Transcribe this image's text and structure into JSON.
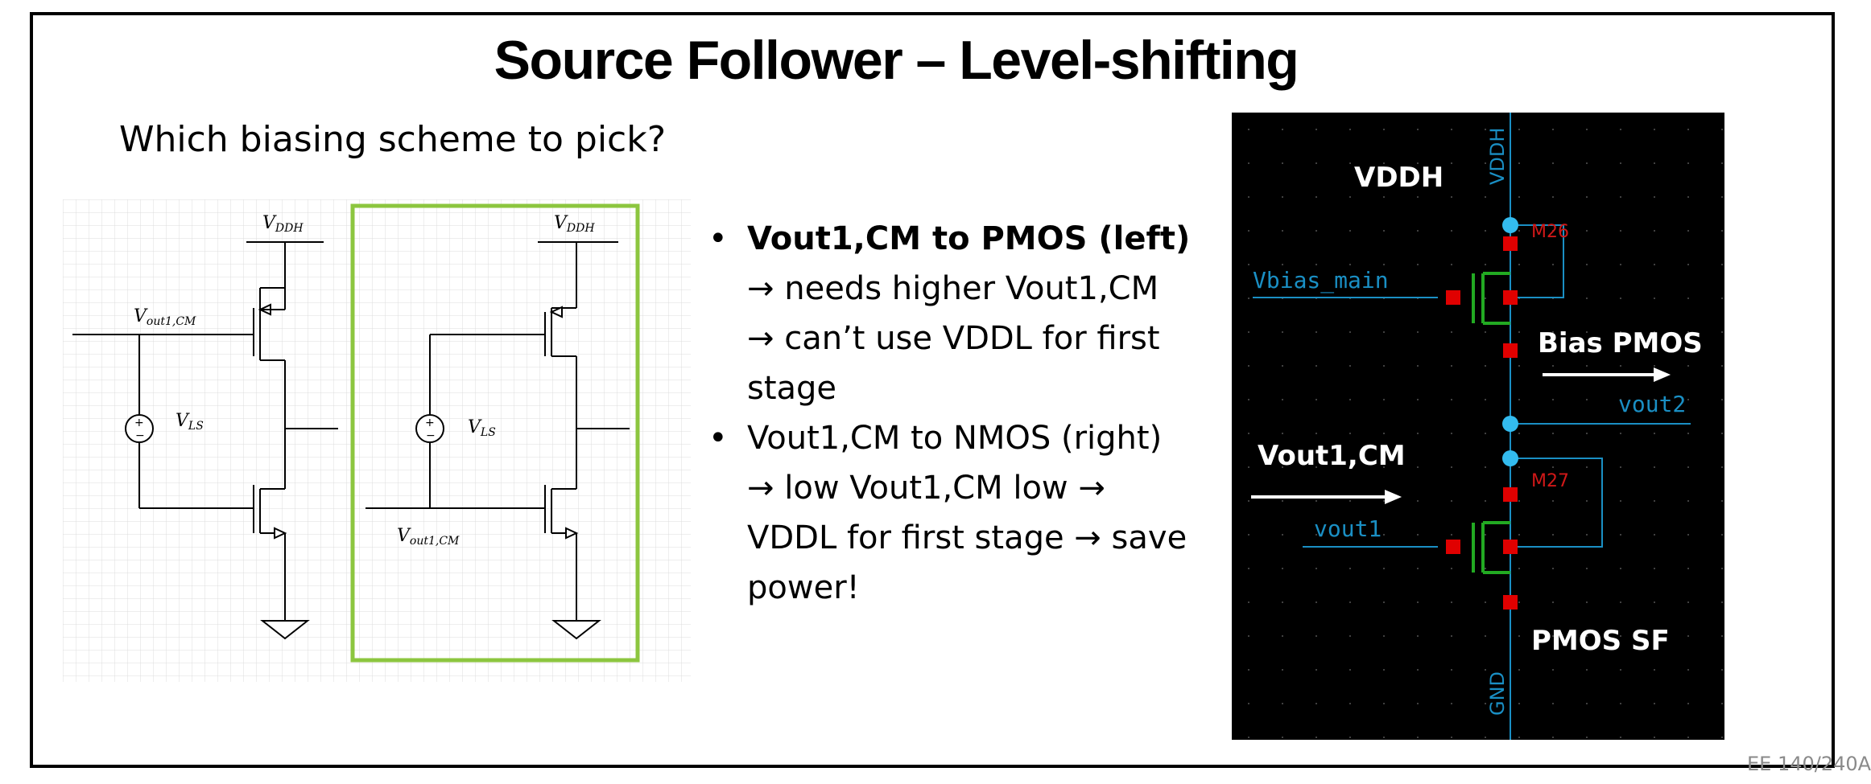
{
  "slide": {
    "title": "Source Follower – Level-shifting",
    "question": "Which biasing scheme to pick?",
    "footer": "EE 140/240A"
  },
  "schematics": {
    "left": {
      "vdd_label": "V_DDH",
      "input_label": "V_out1,CM",
      "source_label": "V_LS"
    },
    "right": {
      "vdd_label": "V_DDH",
      "input_label": "V_out1,CM",
      "source_label": "V_LS",
      "highlight_color": "#8cc63f"
    }
  },
  "bullets": [
    {
      "head": "Vout1,CM to PMOS (left)",
      "bold": true,
      "lines": [
        "→ needs higher Vout1,CM",
        "→ can’t use VDDL for first",
        "stage"
      ]
    },
    {
      "head": "Vout1,CM to NMOS (right)",
      "bold": false,
      "lines": [
        "→ low Vout1,CM low  →",
        "VDDL for first stage → save",
        "power!"
      ]
    }
  ],
  "layout": {
    "net_vddh": "VDDH",
    "net_gnd": "GND",
    "vbias": "Vbias_main",
    "vout1": "vout1",
    "vout2": "vout2",
    "m_top": "M26",
    "m_bottom": "M27",
    "label_vddh": "VDDH",
    "label_bias": "Bias PMOS",
    "label_vout1cm": "Vout1,CM",
    "label_sf": "PMOS SF",
    "colors": {
      "wire": "#1a8fc4",
      "device": "#22aa22",
      "pin": "#e00000",
      "node": "#33bbee",
      "inst": "#d01818"
    }
  }
}
